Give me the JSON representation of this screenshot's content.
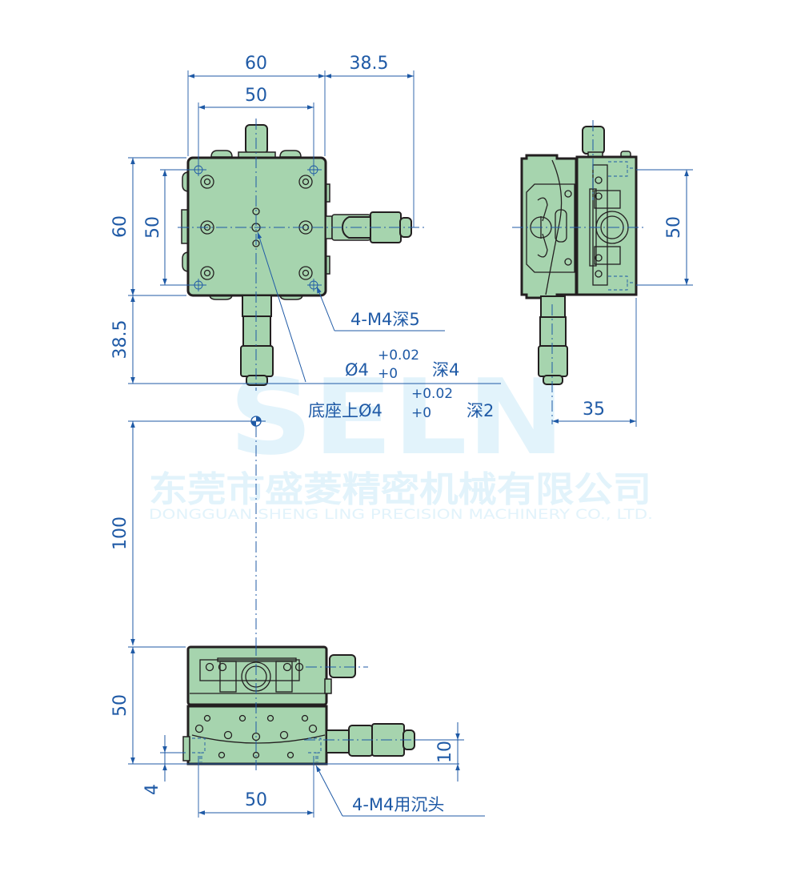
{
  "drawing": {
    "type": "technical-dimension-drawing",
    "subject": "XY manual translation stage with micrometer heads",
    "colors": {
      "dimension_blue": "#1f5aa6",
      "body_green": "#a6d4ae",
      "outline": "#231f20",
      "watermark": "#e2f3fb"
    }
  },
  "watermark": {
    "logo": "SELN",
    "company_cn": "东莞市盛菱精密机械有限公司",
    "company_en": "DONGGUAN SHENG LING PRECISION MACHINERY CO., LTD."
  },
  "top_view": {
    "dims": {
      "overall_width": "60",
      "hole_pitch_x": "50",
      "micrometer_protrusion_x": "38.5",
      "overall_height": "60",
      "hole_pitch_y": "50",
      "micrometer_protrusion_y": "38.5"
    },
    "notes": {
      "tapped_holes": "4-M4深5",
      "pin_hole_dia": "Ø4",
      "pin_hole_tol_upper": "+0.02",
      "pin_hole_tol_lower": "+0",
      "pin_hole_depth": "深4",
      "base_hole_prefix": "底座上Ø4",
      "base_hole_tol_upper": "+0.02",
      "base_hole_tol_lower": "+0",
      "base_hole_depth": "深2"
    }
  },
  "side_view": {
    "dims": {
      "hole_pitch": "50",
      "micrometer_offset": "35"
    }
  },
  "front_view": {
    "dims": {
      "center_distance": "100",
      "overall_height": "50",
      "base_offset": "4",
      "micrometer_height": "10",
      "hole_pitch": "50"
    },
    "notes": {
      "counterbore": "4-M4用沉头"
    }
  }
}
